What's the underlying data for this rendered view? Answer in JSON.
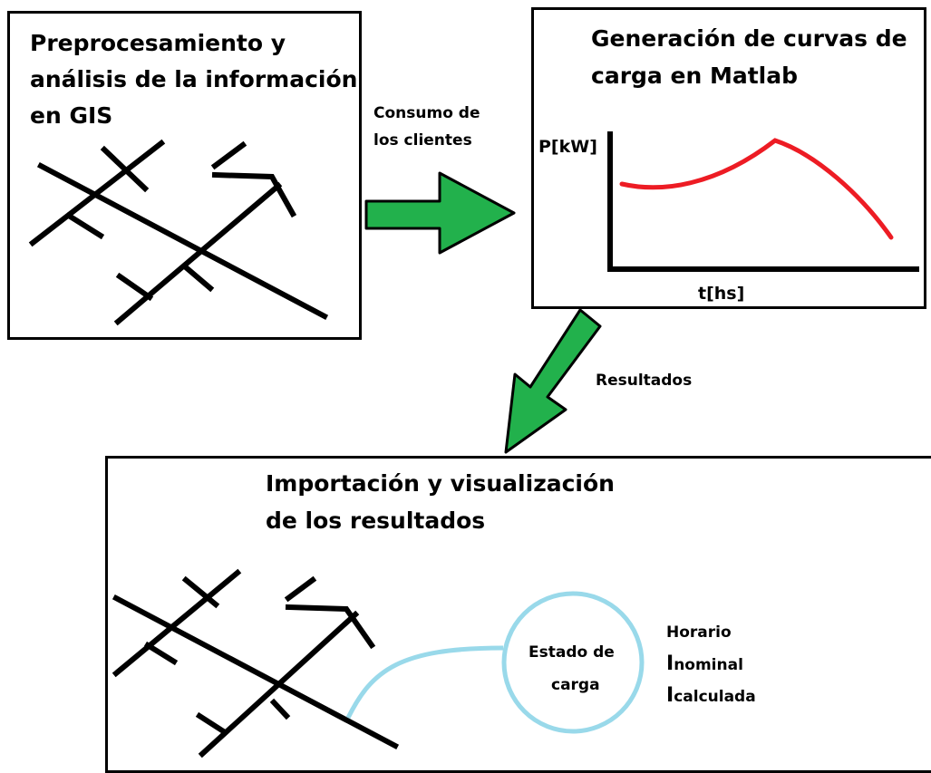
{
  "box1": {
    "title_lines": [
      "Preprocesamiento y",
      "análisis de la información",
      "en GIS"
    ]
  },
  "box2": {
    "title_lines": [
      "Generación de curvas de",
      "carga en Matlab"
    ],
    "ylabel": "P[kW]",
    "xlabel": "t[hs]"
  },
  "box3": {
    "title_lines": [
      "Importación y visualización",
      "de los resultados"
    ],
    "circle_lines": [
      "Estado de",
      "carga"
    ],
    "side": {
      "line1": "Horario",
      "line2_cap": "I",
      "line2_rest": "nominal",
      "line3_cap": "I",
      "line3_rest": "calculada"
    }
  },
  "arrow1": {
    "label_lines": [
      "Consumo de",
      "los clientes"
    ]
  },
  "arrow2": {
    "label": "Resultados"
  },
  "colors": {
    "arrow_fill": "#22b14c",
    "curve": "#ed1c24",
    "link": "#99d9ea",
    "stroke": "#000000"
  },
  "icons": [
    "network-diagram",
    "load-curve",
    "right-arrow",
    "down-left-arrow",
    "state-circle"
  ]
}
